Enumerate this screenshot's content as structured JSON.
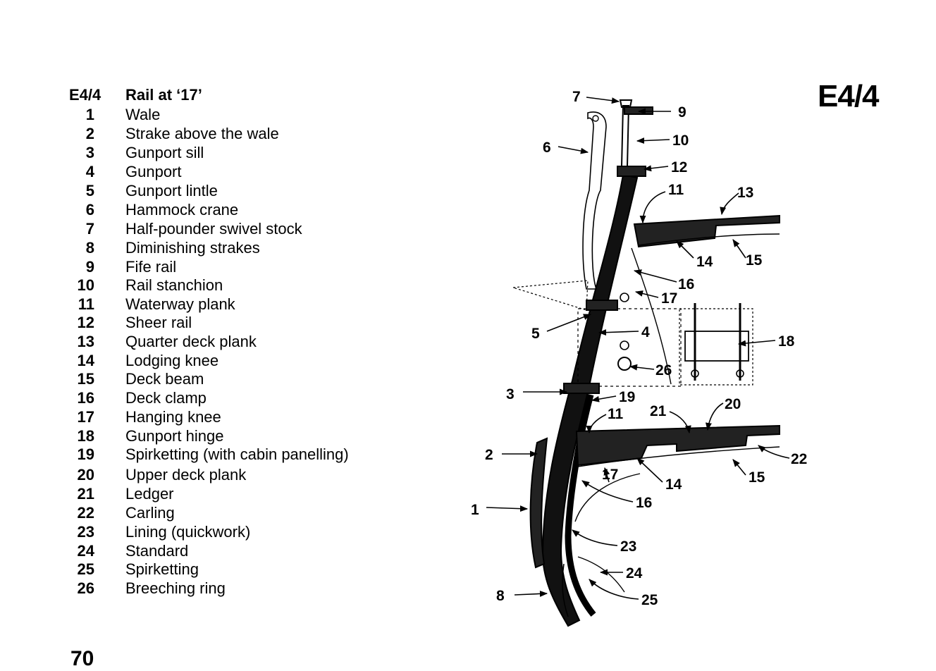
{
  "plate": {
    "code": "E4/4",
    "title": "Rail at ‘17’",
    "page_number": "70"
  },
  "legend": [
    {
      "num": "1",
      "label": "Wale"
    },
    {
      "num": "2",
      "label": "Strake above the wale"
    },
    {
      "num": "3",
      "label": "Gunport sill"
    },
    {
      "num": "4",
      "label": "Gunport"
    },
    {
      "num": "5",
      "label": "Gunport lintle"
    },
    {
      "num": "6",
      "label": "Hammock crane"
    },
    {
      "num": "7",
      "label": "Half-pounder swivel stock"
    },
    {
      "num": "8",
      "label": "Diminishing strakes"
    },
    {
      "num": "9",
      "label": "Fife rail"
    },
    {
      "num": "10",
      "label": "Rail stanchion"
    },
    {
      "num": "11",
      "label": "Waterway plank"
    },
    {
      "num": "12",
      "label": "Sheer rail"
    },
    {
      "num": "13",
      "label": "Quarter deck plank"
    },
    {
      "num": "14",
      "label": "Lodging knee"
    },
    {
      "num": "15",
      "label": "Deck beam"
    },
    {
      "num": "16",
      "label": "Deck clamp"
    },
    {
      "num": "17",
      "label": "Hanging knee"
    },
    {
      "num": "18",
      "label": "Gunport hinge"
    },
    {
      "num": "19",
      "label": "Spirketting (with cabin panelling)"
    },
    {
      "num": "20",
      "label": "Upper deck plank"
    },
    {
      "num": "21",
      "label": "Ledger"
    },
    {
      "num": "22",
      "label": "Carling"
    },
    {
      "num": "23",
      "label": "Lining (quickwork)"
    },
    {
      "num": "24",
      "label": "Standard"
    },
    {
      "num": "25",
      "label": "Spirketting"
    },
    {
      "num": "26",
      "label": "Breeching ring"
    }
  ],
  "callouts": [
    "7",
    "9",
    "6",
    "10",
    "12",
    "11",
    "13",
    "14",
    "15",
    "16",
    "17",
    "4",
    "18",
    "5",
    "26",
    "3",
    "19",
    "11",
    "21",
    "20",
    "2",
    "22",
    "17",
    "14",
    "15",
    "1",
    "16",
    "23",
    "24",
    "8",
    "25"
  ]
}
